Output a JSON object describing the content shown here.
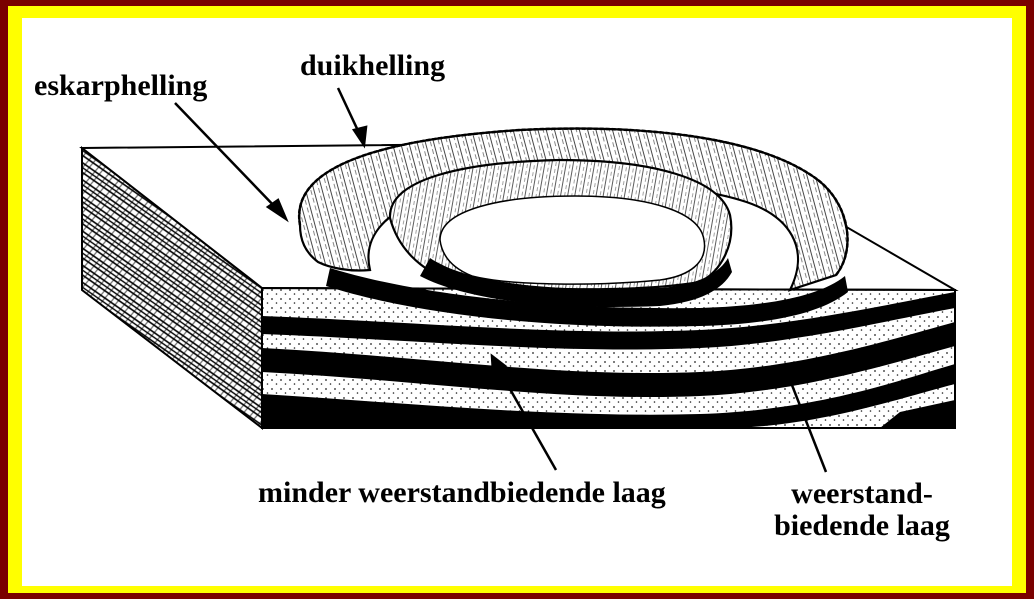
{
  "colors": {
    "outer_border": "#7a0000",
    "inner_frame": "#ffff00",
    "panel": "#ffffff",
    "ink": "#000000"
  },
  "labels": {
    "eskarphelling": "eskarphelling",
    "duikhelling": "duikhelling",
    "minder_weerstandbiedende_laag": "minder weerstandbiedende laag",
    "weerstandbiedende_laag_line1": "weerstand-",
    "weerstandbiedende_laag_line2": "biedende laag"
  }
}
